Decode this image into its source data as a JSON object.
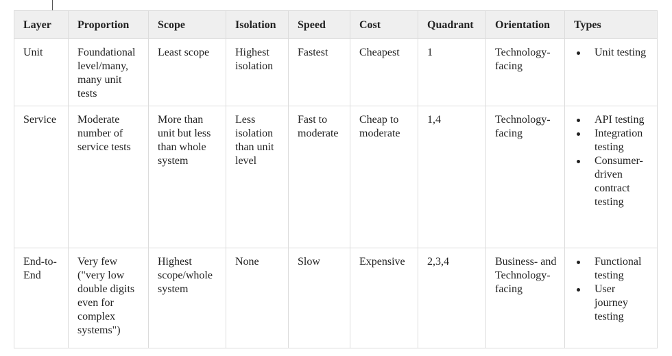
{
  "table": {
    "headers": [
      "Layer",
      "Proportion",
      "Scope",
      "Isolation",
      "Speed",
      "Cost",
      "Quadrant",
      "Orientation",
      "Types"
    ],
    "rows": [
      {
        "layer": "Unit",
        "proportion": "Foundational level/many, many unit tests",
        "scope": "Least scope",
        "isolation": "Highest isolation",
        "speed": "Fastest",
        "cost": "Cheapest",
        "quadrant": "1",
        "orientation": "Technology-facing",
        "types": [
          "Unit testing"
        ]
      },
      {
        "layer": "Service",
        "proportion": "Moderate number of service tests",
        "scope": "More than unit but less than whole system",
        "isolation": "Less isolation than unit level",
        "speed": "Fast to moderate",
        "cost": "Cheap to moderate",
        "quadrant": "1,4",
        "orientation": "Technology-facing",
        "types": [
          "API testing",
          "Integration testing",
          "Consumer-driven contract testing"
        ]
      },
      {
        "layer": "End-to-End",
        "proportion": "Very few (\"very low double digits even for complex systems\")",
        "scope": "Highest scope/whole system",
        "isolation": "None",
        "speed": "Slow",
        "cost": "Expensive",
        "quadrant": "2,3,4",
        "orientation": "Business- and Technology-facing",
        "types": [
          "Functional testing",
          "User journey testing"
        ]
      }
    ]
  }
}
